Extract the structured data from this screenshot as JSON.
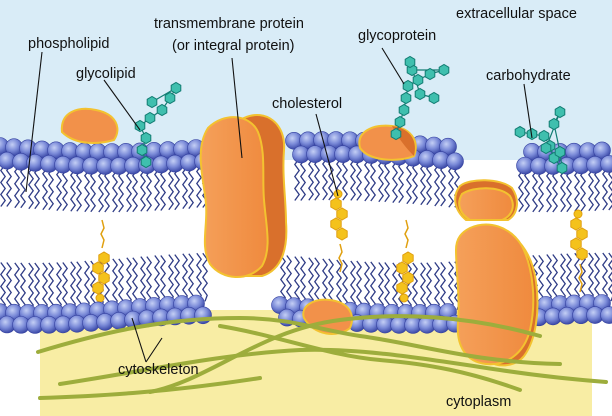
{
  "labels": {
    "phospholipid": "phospholipid",
    "glycolipid": "glycolipid",
    "transmembrane_line1": "transmembrane protein",
    "transmembrane_line2": "(or integral protein)",
    "glycoprotein": "glycoprotein",
    "extracellular": "extracellular space",
    "carbohydrate": "carbohydrate",
    "cholesterol": "cholesterol",
    "cytoskeleton": "cytoskeleton",
    "cytoplasm": "cytoplasm"
  },
  "colors": {
    "extracellular": "#d9ecf7",
    "cytoplasm": "#f8eda4",
    "head_outer": "#4352b8",
    "head_inner": "#a9b8ec",
    "tail": "#2f3c86",
    "protein_fill": "#f2914a",
    "protein_dark": "#d9702c",
    "protein_stroke": "#f3c230",
    "cholesterol": "#f4c21c",
    "carb_fill": "#3fbfae",
    "carb_stroke": "#137d73",
    "cytoskeleton": "#9dad3c"
  }
}
